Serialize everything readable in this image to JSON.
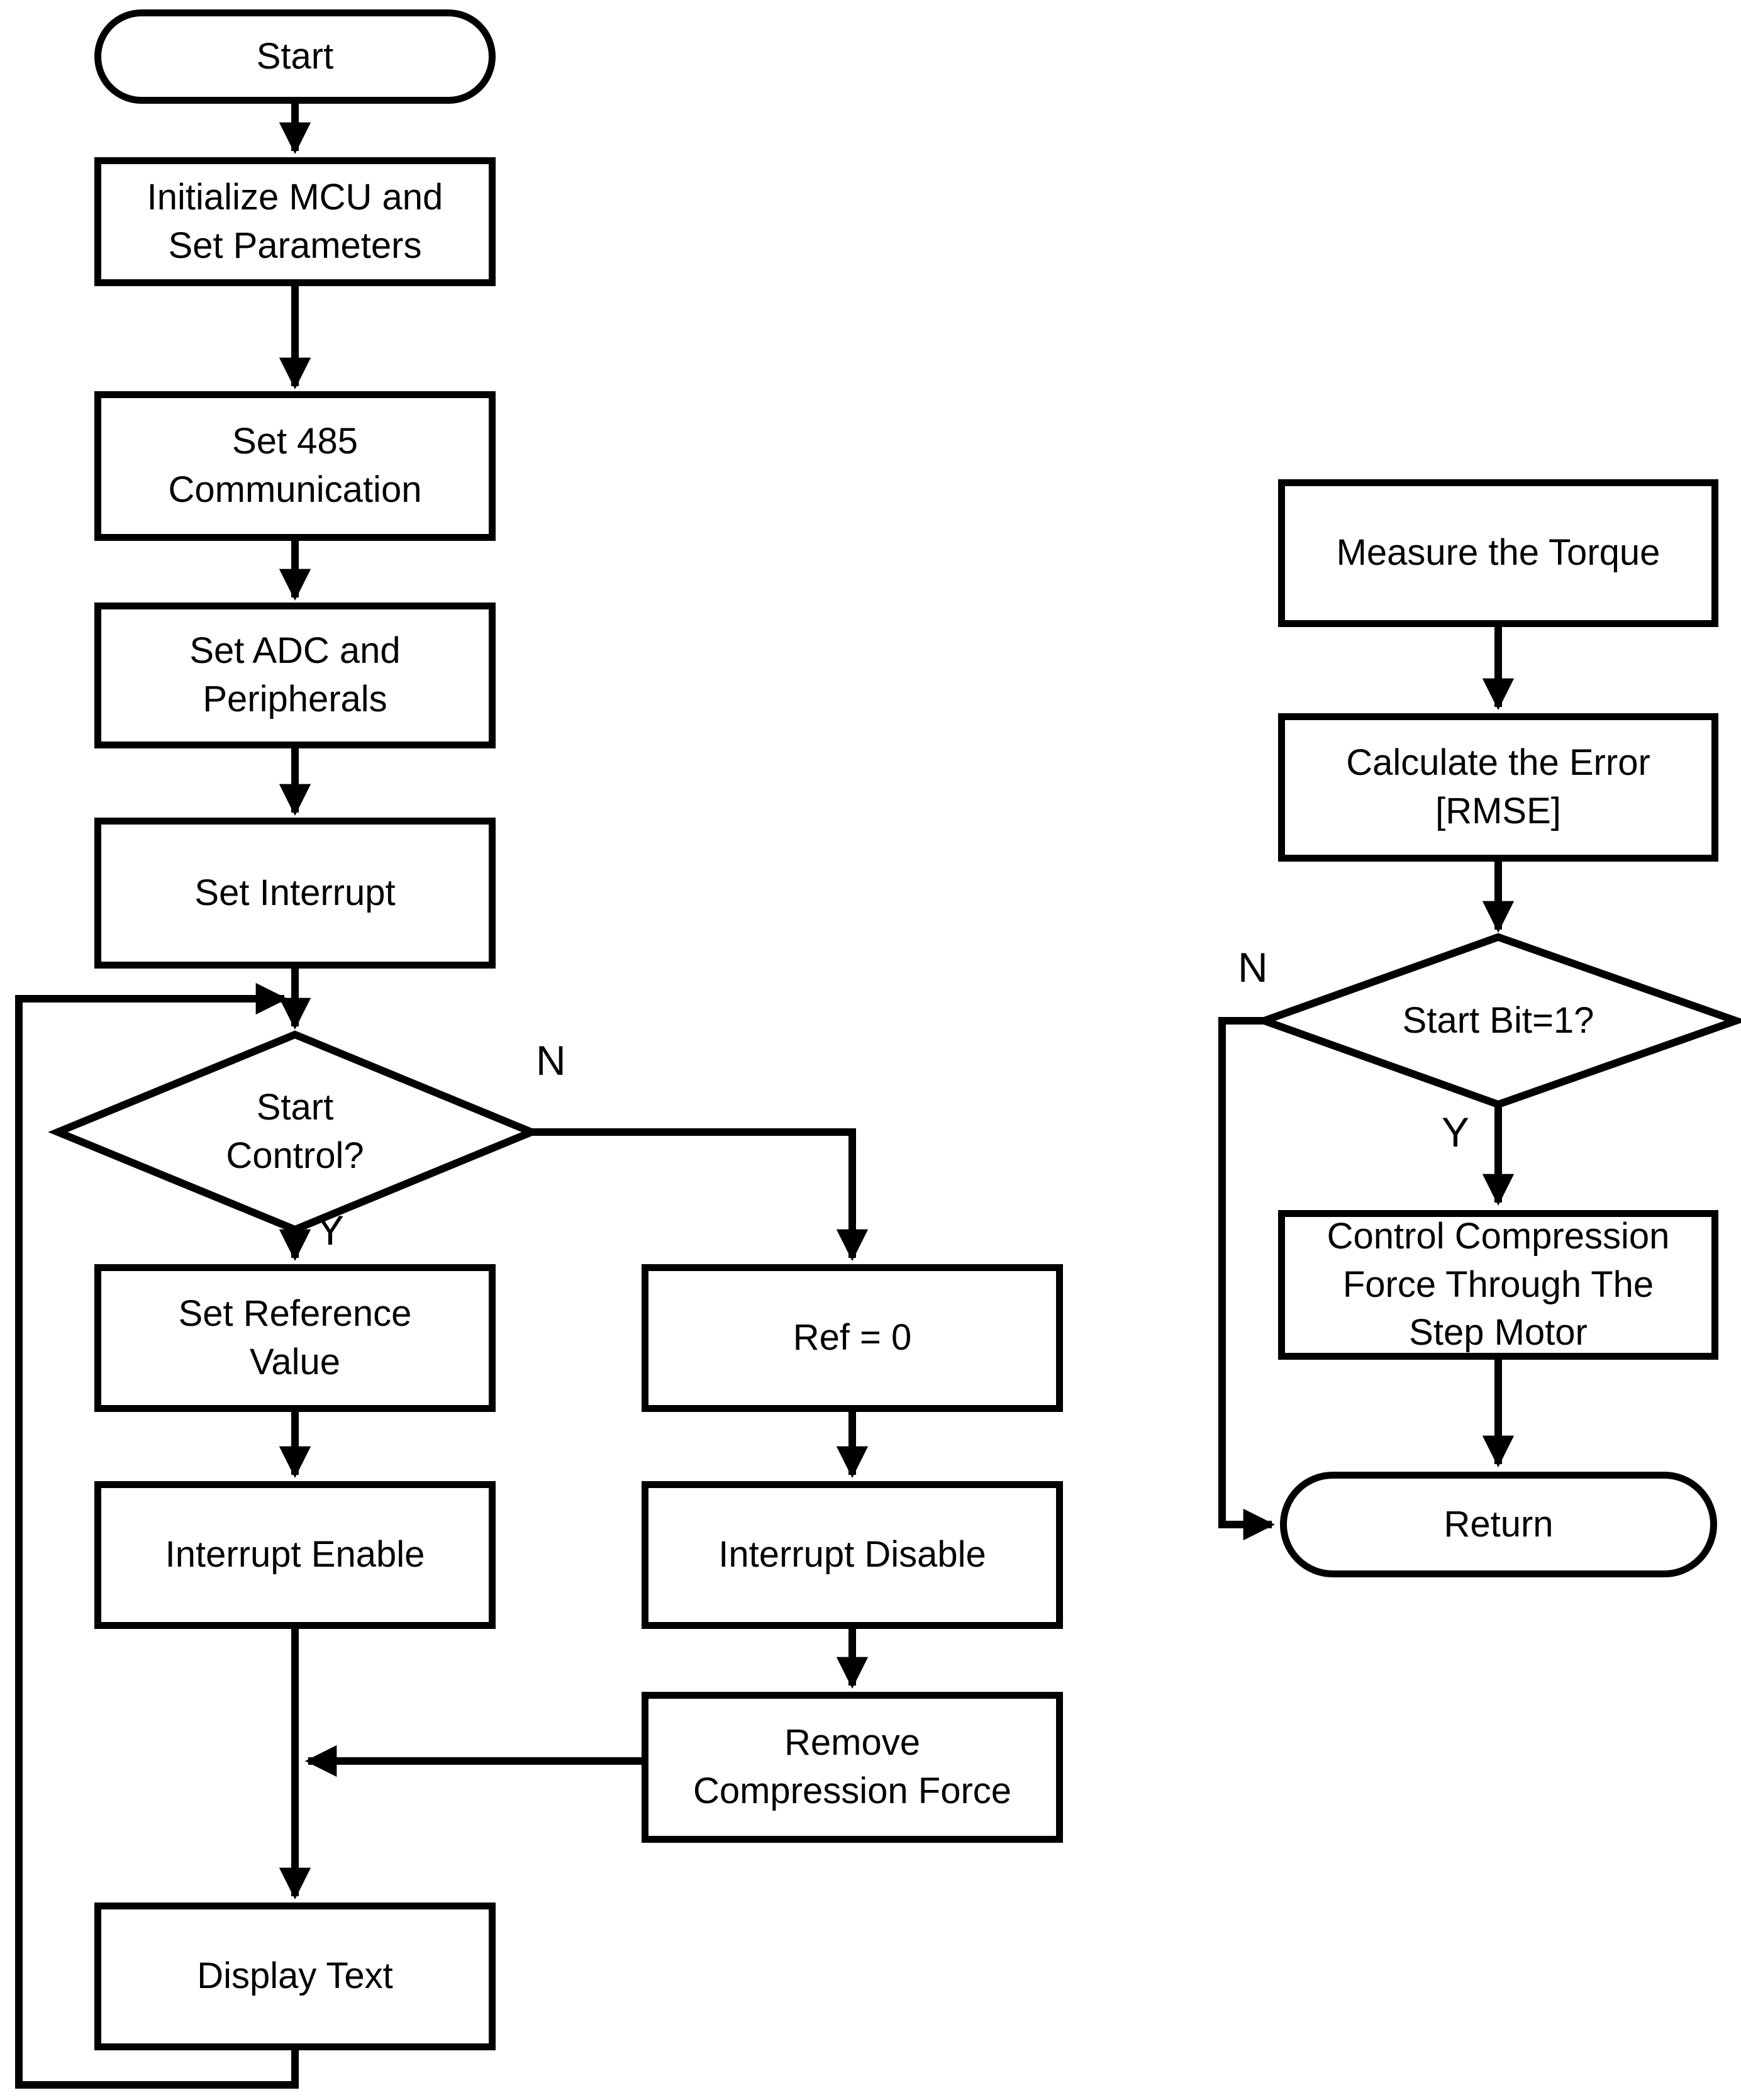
{
  "page": {
    "background": "#ffffff",
    "line_color": "#000000"
  },
  "main_flow": {
    "start": "Start",
    "init_mcu": "Initialize MCU and\nSet Parameters",
    "set_485": "Set 485\nCommunication",
    "set_adc": "Set ADC and\nPeripherals",
    "set_interrupt": "Set Interrupt",
    "decision_start_control": {
      "question": "Start\nControl?",
      "yes_label": "Y",
      "no_label": "N"
    },
    "set_reference": "Set Reference\nValue",
    "ref_zero": "Ref = 0",
    "interrupt_enable": "Interrupt Enable",
    "interrupt_disable": "Interrupt Disable",
    "remove_force": "Remove\nCompression Force",
    "display_text": "Display Text"
  },
  "interrupt_routine": {
    "measure_torque": "Measure the Torque",
    "calculate_error": "Calculate the Error\n[RMSE]",
    "decision_start_bit": {
      "question": "Start Bit=1?",
      "yes_label": "Y",
      "no_label": "N"
    },
    "control_force": "Control Compression\nForce Through The\nStep Motor",
    "return": "Return"
  }
}
